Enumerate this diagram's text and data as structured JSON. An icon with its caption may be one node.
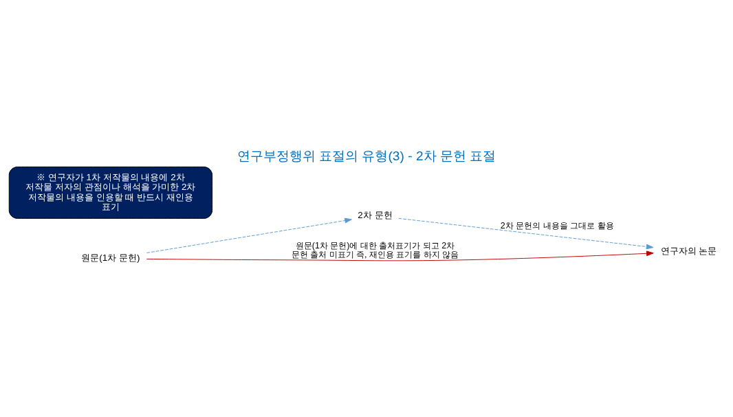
{
  "diagram": {
    "title": "연구부정행위 표절의 유형(3) - 2차 문헌 표절",
    "nodes": [
      {
        "text": [
          "원문(1차 문헌)"
        ]
      },
      {
        "text": [
          "2차 문헌"
        ]
      },
      {
        "text": [
          "연구자의 논문"
        ]
      },
      {
        "text": [
          "※ 연구자가 1차 저작물의 내용에 2차 저작물 저자의 관점이나 해석을 가미한 2차 저작물의 내용을 인용할 때 반드시 재인용 표기"
        ]
      }
    ],
    "edges": [
      {
        "from": 0,
        "to": 1,
        "arrow": "to",
        "style": "dashed",
        "color": "#5b9bd5"
      },
      {
        "from": 1,
        "to": 2,
        "arrow": "to",
        "style": "dashed",
        "color": "#5b9bd5",
        "label": "2차 문헌의 내용을 그대로 활용"
      },
      {
        "from": 0,
        "to": 2,
        "arrow": "to",
        "color": "#c00000",
        "label": "원문(1차 문헌)에 대한 출처표기가 되고 2차 문헌 출처 미표기 즉, 재인용 표기를 하지 않음"
      }
    ]
  }
}
